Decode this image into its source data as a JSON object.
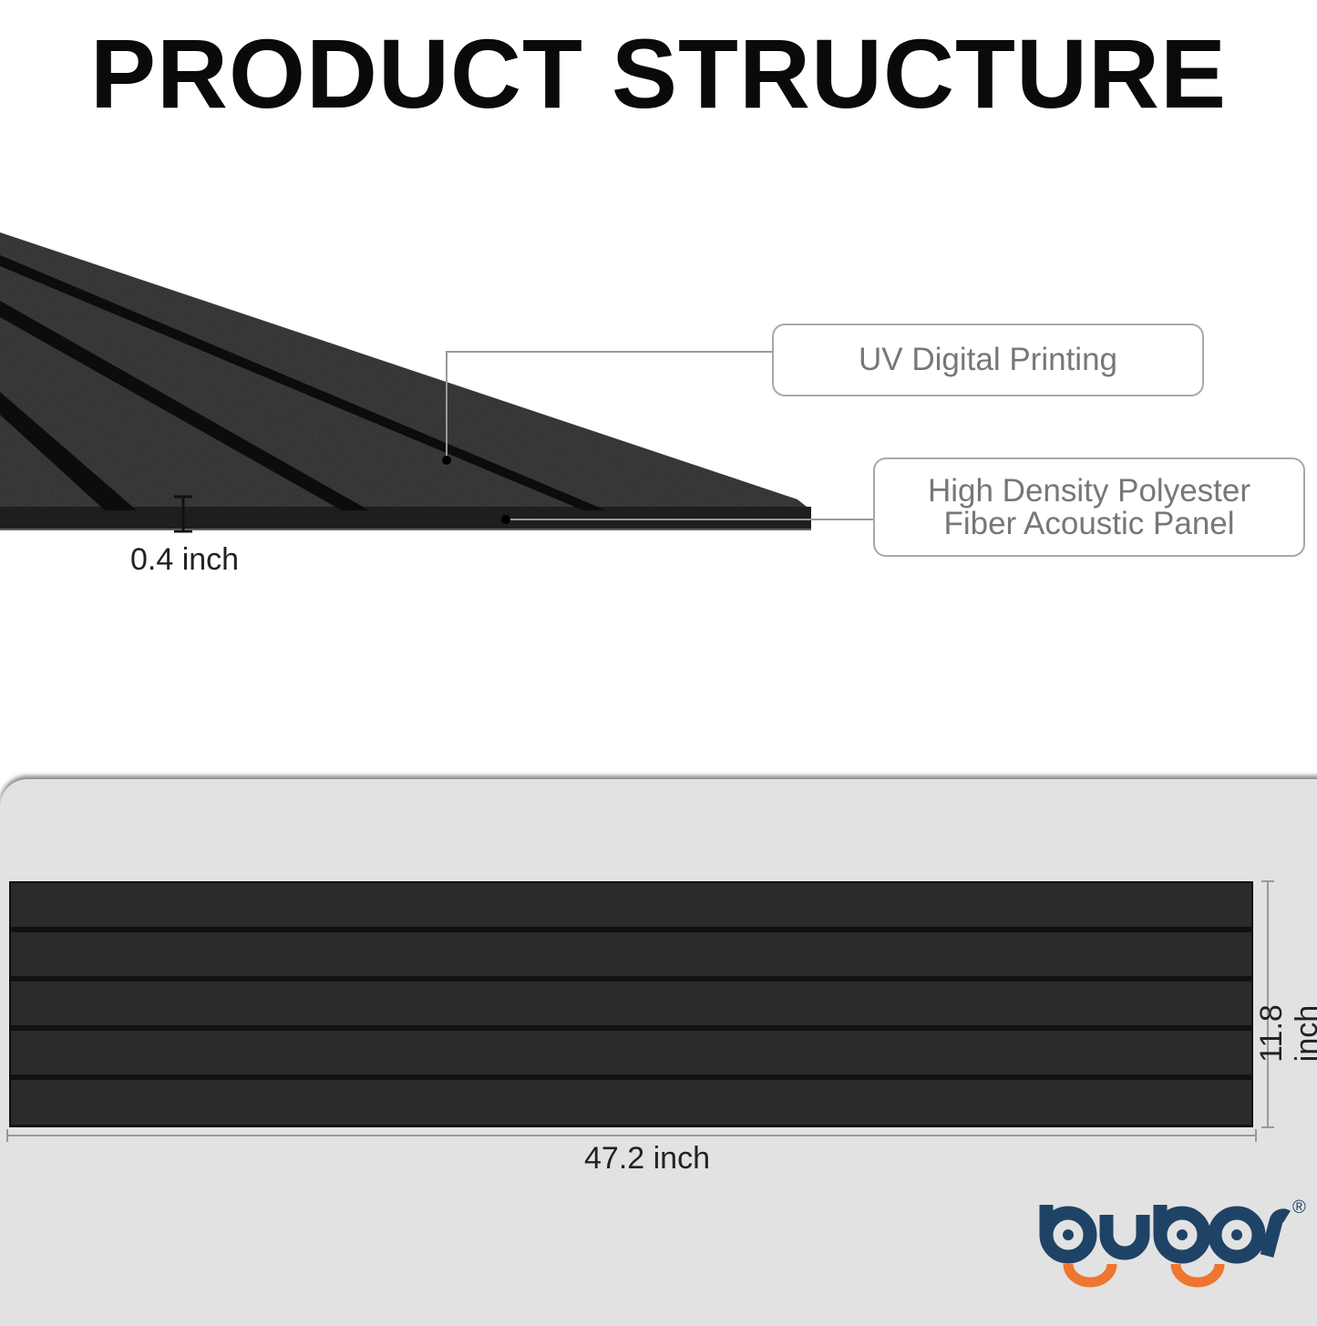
{
  "title": "PRODUCT STRUCTURE",
  "callouts": {
    "uv": "UV Digital Printing",
    "fiber_line1": "High Density Polyester",
    "fiber_line2": "Fiber Acoustic Panel"
  },
  "dimensions": {
    "thickness": "0.4 inch",
    "width": "47.2 inch",
    "height": "11.8 inch"
  },
  "logo": {
    "text": "bubos",
    "mark": "®",
    "colors": {
      "letters": "#1f4366",
      "smiles": "#ee7630"
    }
  }
}
